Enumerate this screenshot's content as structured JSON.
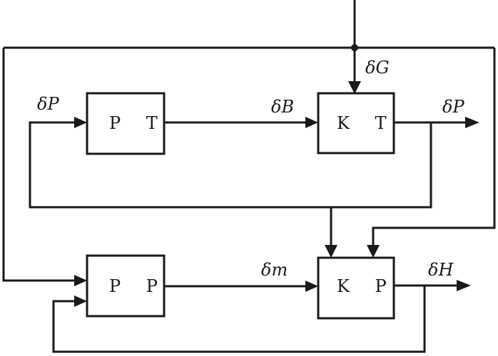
{
  "blocks": {
    "pt": "P T",
    "kt": "K T",
    "pp": "P P",
    "kp": "K P"
  },
  "signals": {
    "dG": "δG",
    "dP_in": "δP",
    "dB": "δB",
    "dP_out": "δP",
    "dm": "δm",
    "dH": "δH"
  }
}
